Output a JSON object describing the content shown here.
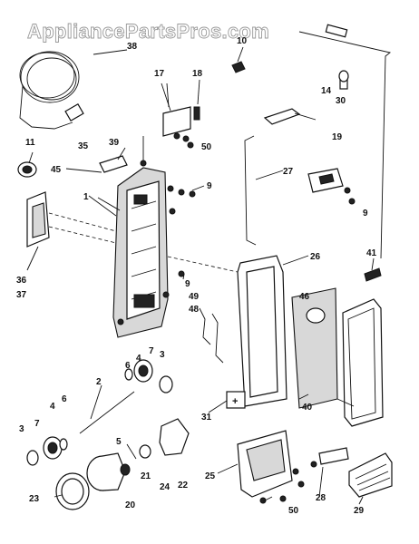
{
  "watermark": "AppliancePartsPros.com",
  "labels": [
    {
      "id": "p38",
      "text": "38"
    },
    {
      "id": "p10",
      "text": "10"
    },
    {
      "id": "p17",
      "text": "17"
    },
    {
      "id": "p18",
      "text": "18"
    },
    {
      "id": "p14",
      "text": "14"
    },
    {
      "id": "p30",
      "text": "30"
    },
    {
      "id": "p11",
      "text": "11"
    },
    {
      "id": "p35",
      "text": "35"
    },
    {
      "id": "p39",
      "text": "39"
    },
    {
      "id": "p50a",
      "text": "50"
    },
    {
      "id": "p19",
      "text": "19"
    },
    {
      "id": "p45",
      "text": "45"
    },
    {
      "id": "p27",
      "text": "27"
    },
    {
      "id": "p9a",
      "text": "9"
    },
    {
      "id": "p1",
      "text": "1"
    },
    {
      "id": "p9b",
      "text": "9"
    },
    {
      "id": "p26",
      "text": "26"
    },
    {
      "id": "p41",
      "text": "41"
    },
    {
      "id": "p36",
      "text": "36"
    },
    {
      "id": "p37",
      "text": "37"
    },
    {
      "id": "p9c",
      "text": "9"
    },
    {
      "id": "p49",
      "text": "49"
    },
    {
      "id": "p48a",
      "text": "48"
    },
    {
      "id": "p46",
      "text": "46"
    },
    {
      "id": "p7a",
      "text": "7"
    },
    {
      "id": "p4a",
      "text": "4"
    },
    {
      "id": "p6a",
      "text": "6"
    },
    {
      "id": "p3a",
      "text": "3"
    },
    {
      "id": "p2",
      "text": "2"
    },
    {
      "id": "p4b",
      "text": "4"
    },
    {
      "id": "p6b",
      "text": "6"
    },
    {
      "id": "p7b",
      "text": "7"
    },
    {
      "id": "p3b",
      "text": "3"
    },
    {
      "id": "p5",
      "text": "5"
    },
    {
      "id": "p40",
      "text": "40"
    },
    {
      "id": "p31",
      "text": "31"
    },
    {
      "id": "p21",
      "text": "21"
    },
    {
      "id": "p24",
      "text": "24"
    },
    {
      "id": "p22",
      "text": "22"
    },
    {
      "id": "p25",
      "text": "25"
    },
    {
      "id": "p23",
      "text": "23"
    },
    {
      "id": "p20",
      "text": "20"
    },
    {
      "id": "p50b",
      "text": "50"
    },
    {
      "id": "p28",
      "text": "28"
    },
    {
      "id": "p29",
      "text": "29"
    }
  ]
}
